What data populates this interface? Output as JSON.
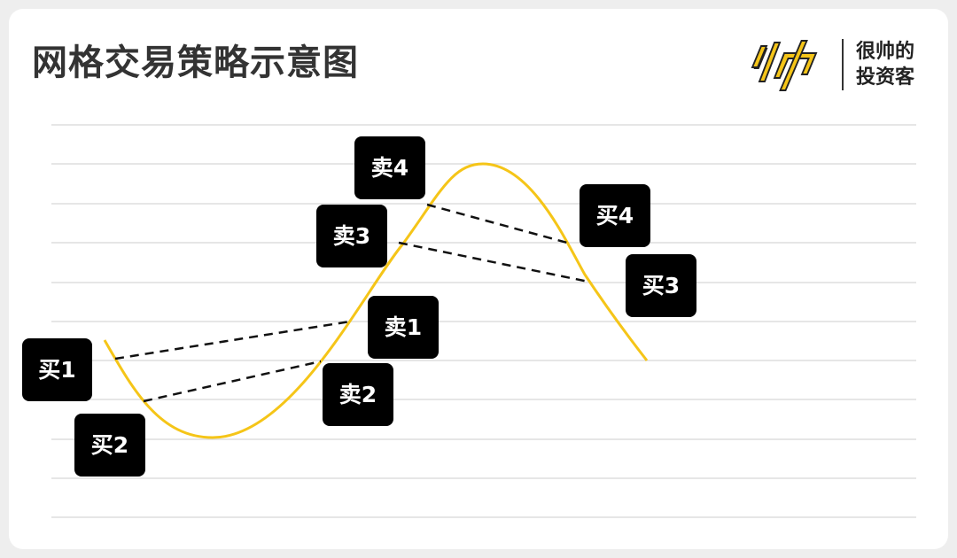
{
  "title": "网格交易策略示意图",
  "logo": {
    "line1": "很帅的",
    "line2": "投资客"
  },
  "colors": {
    "curve": "#F5C518",
    "dashed": "#111111",
    "label_bg": "#000000",
    "label_text": "#FFFFFF",
    "grid": "#dddddd",
    "title": "#333333"
  },
  "labels": {
    "buy1": "买1",
    "buy2": "买2",
    "buy3": "买3",
    "buy4": "买4",
    "sell1": "卖1",
    "sell2": "卖2",
    "sell3": "卖3",
    "sell4": "卖4"
  }
}
